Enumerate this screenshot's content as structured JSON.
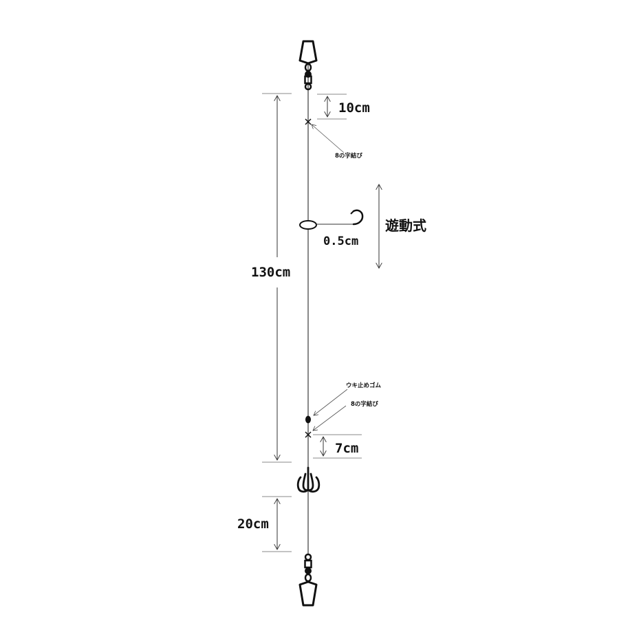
{
  "labels": {
    "top_gap": "10cm",
    "top_knot": "8の字結び",
    "sliding_type": "遊動式",
    "branch_length": "0.5cm",
    "main_length": "130cm",
    "stopper": "ウキ止めゴム",
    "bottom_knot": "8の字結び",
    "hook_gap": "7cm",
    "lower_length": "20cm"
  },
  "colors": {
    "line": "#333333",
    "ink": "#111111"
  },
  "icons": [
    "swivel-icon",
    "hook-icon",
    "treble-hook-icon",
    "bead-icon",
    "knot-icon"
  ]
}
